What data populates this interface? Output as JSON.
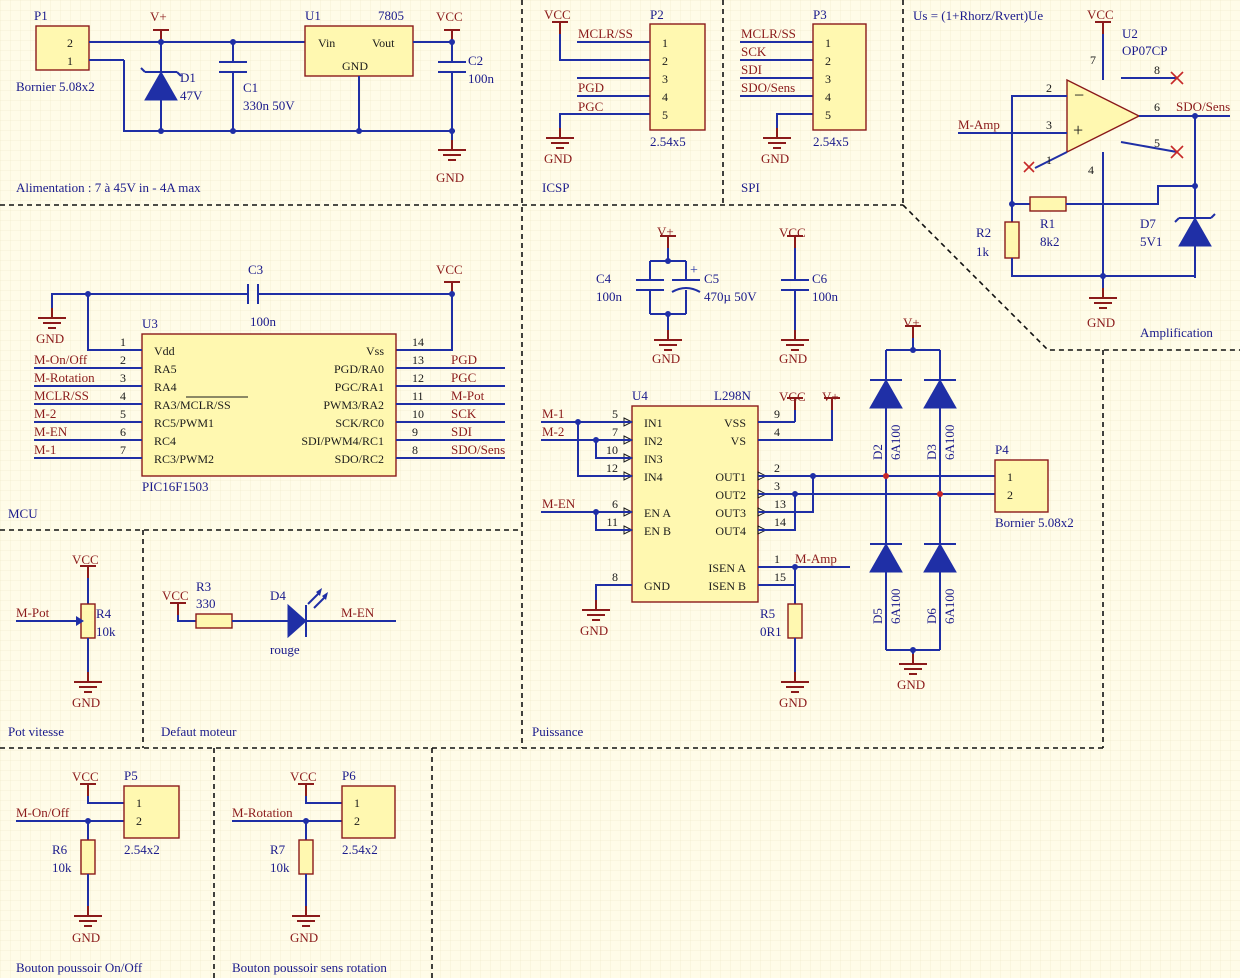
{
  "formula": "Us = (1+Rhorz/Rvert)Ue",
  "sections": {
    "alim": "Alimentation : 7 à 45V in - 4A max",
    "icsp": "ICSP",
    "spi": "SPI",
    "amp": "Amplification",
    "mcu": "MCU",
    "puissance": "Puissance",
    "pot": "Pot vitesse",
    "defaut": "Defaut moteur",
    "btn_onoff": "Bouton poussoir On/Off",
    "btn_rot": "Bouton poussoir sens rotation"
  },
  "power": {
    "vplus": "V+",
    "vcc": "VCC",
    "gnd": "GND"
  },
  "p1": {
    "ref": "P1",
    "value": "Bornier 5.08x2",
    "pins": [
      "2",
      "1"
    ]
  },
  "d1": {
    "ref": "D1",
    "value": "47V"
  },
  "c1": {
    "ref": "C1",
    "value": "330n 50V"
  },
  "u1": {
    "ref": "U1",
    "value": "7805",
    "vin": "Vin",
    "vout": "Vout",
    "gnd": "GND"
  },
  "c2": {
    "ref": "C2",
    "value": "100n"
  },
  "p2": {
    "ref": "P2",
    "value": "2.54x5",
    "pins": [
      "1",
      "2",
      "3",
      "4",
      "5"
    ],
    "nets": [
      "MCLR/SS",
      "PGD",
      "PGC"
    ]
  },
  "p3": {
    "ref": "P3",
    "value": "2.54x5",
    "pins": [
      "1",
      "2",
      "3",
      "4",
      "5"
    ],
    "nets": [
      "MCLR/SS",
      "SCK",
      "SDI",
      "SDO/Sens"
    ]
  },
  "u2": {
    "ref": "U2",
    "value": "OP07CP",
    "pins": [
      "2",
      "3",
      "1",
      "7",
      "8",
      "6",
      "5",
      "4"
    ],
    "minus": "−",
    "plus": "+"
  },
  "u2_nets": {
    "in": "M-Amp",
    "out": "SDO/Sens"
  },
  "r1": {
    "ref": "R1",
    "value": "8k2"
  },
  "r2": {
    "ref": "R2",
    "value": "1k"
  },
  "d7": {
    "ref": "D7",
    "value": "5V1"
  },
  "c3": {
    "ref": "C3",
    "value": "100n"
  },
  "u3": {
    "ref": "U3",
    "value": "PIC16F1503",
    "left_pins": [
      {
        "num": "1",
        "name": "Vdd",
        "net": ""
      },
      {
        "num": "2",
        "name": "RA5",
        "net": "M-On/Off"
      },
      {
        "num": "3",
        "name": "RA4",
        "net": "M-Rotation"
      },
      {
        "num": "4",
        "name": "RA3/MCLR/SS",
        "net": "MCLR/SS"
      },
      {
        "num": "5",
        "name": "RC5/PWM1",
        "net": "M-2"
      },
      {
        "num": "6",
        "name": "RC4",
        "net": "M-EN"
      },
      {
        "num": "7",
        "name": "RC3/PWM2",
        "net": "M-1"
      }
    ],
    "right_pins": [
      {
        "num": "14",
        "name": "Vss",
        "net": ""
      },
      {
        "num": "13",
        "name": "PGD/RA0",
        "net": "PGD"
      },
      {
        "num": "12",
        "name": "PGC/RA1",
        "net": "PGC"
      },
      {
        "num": "11",
        "name": "PWM3/RA2",
        "net": "M-Pot"
      },
      {
        "num": "10",
        "name": "SCK/RC0",
        "net": "SCK"
      },
      {
        "num": "9",
        "name": "SDI/PWM4/RC1",
        "net": "SDI"
      },
      {
        "num": "8",
        "name": "SDO/RC2",
        "net": "SDO/Sens"
      }
    ]
  },
  "c4": {
    "ref": "C4",
    "value": "100n"
  },
  "c5": {
    "ref": "C5",
    "value": "470µ 50V"
  },
  "c6": {
    "ref": "C6",
    "value": "100n"
  },
  "u4": {
    "ref": "U4",
    "value": "L298N",
    "left_pins": [
      {
        "num": "5",
        "name": "IN1",
        "net": "M-1"
      },
      {
        "num": "7",
        "name": "IN2",
        "net": "M-2"
      },
      {
        "num": "10",
        "name": "IN3",
        "net": ""
      },
      {
        "num": "12",
        "name": "IN4",
        "net": ""
      },
      {
        "num": "6",
        "name": "EN A",
        "net": "M-EN"
      },
      {
        "num": "11",
        "name": "EN B",
        "net": ""
      },
      {
        "num": "8",
        "name": "GND",
        "net": ""
      }
    ],
    "right_pins": [
      {
        "num": "9",
        "name": "VSS"
      },
      {
        "num": "4",
        "name": "VS"
      },
      {
        "num": "2",
        "name": "OUT1"
      },
      {
        "num": "3",
        "name": "OUT2"
      },
      {
        "num": "13",
        "name": "OUT3"
      },
      {
        "num": "14",
        "name": "OUT4"
      },
      {
        "num": "1",
        "name": "ISEN A"
      },
      {
        "num": "15",
        "name": "ISEN B"
      }
    ],
    "isen_net": "M-Amp"
  },
  "r5": {
    "ref": "R5",
    "value": "0R1"
  },
  "bridge": [
    {
      "ref": "D2",
      "value": "6A100"
    },
    {
      "ref": "D3",
      "value": "6A100"
    },
    {
      "ref": "D5",
      "value": "6A100"
    },
    {
      "ref": "D6",
      "value": "6A100"
    }
  ],
  "p4": {
    "ref": "P4",
    "value": "Bornier 5.08x2",
    "pins": [
      "1",
      "2"
    ]
  },
  "r4": {
    "ref": "R4",
    "value": "10k",
    "net": "M-Pot"
  },
  "r3": {
    "ref": "R3",
    "value": "330"
  },
  "d4": {
    "ref": "D4",
    "value": "rouge",
    "net": "M-EN"
  },
  "p5": {
    "ref": "P5",
    "value": "2.54x2",
    "pins": [
      "1",
      "2"
    ],
    "net": "M-On/Off"
  },
  "r6": {
    "ref": "R6",
    "value": "10k"
  },
  "p6": {
    "ref": "P6",
    "value": "2.54x2",
    "pins": [
      "1",
      "2"
    ],
    "net": "M-Rotation"
  },
  "r7": {
    "ref": "R7",
    "value": "10k"
  }
}
